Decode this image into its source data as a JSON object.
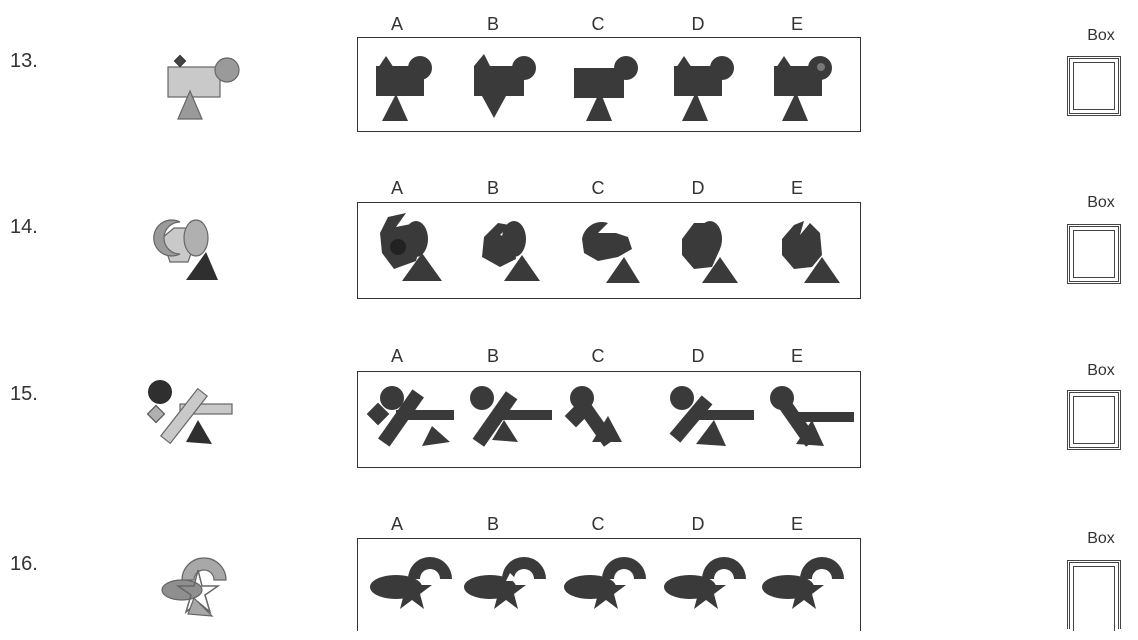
{
  "option_letters": [
    "A",
    "B",
    "C",
    "D",
    "E"
  ],
  "box_label": "Box",
  "questions": [
    {
      "number": "13.",
      "figure_icon": "rectangle-circle-diamond-triangle-icon"
    },
    {
      "number": "14.",
      "figure_icon": "crescent-hexagon-ellipse-triangle-icon"
    },
    {
      "number": "15.",
      "figure_icon": "circle-diamond-bar-triangle-icon"
    },
    {
      "number": "16.",
      "figure_icon": "arc-ellipse-star-triangle-icon"
    }
  ],
  "colors": {
    "shape_fill": "#3a3a3a",
    "question_fill": "#b8b8b8",
    "question_stroke": "#555555",
    "dark_part": "#2f2f2f"
  }
}
